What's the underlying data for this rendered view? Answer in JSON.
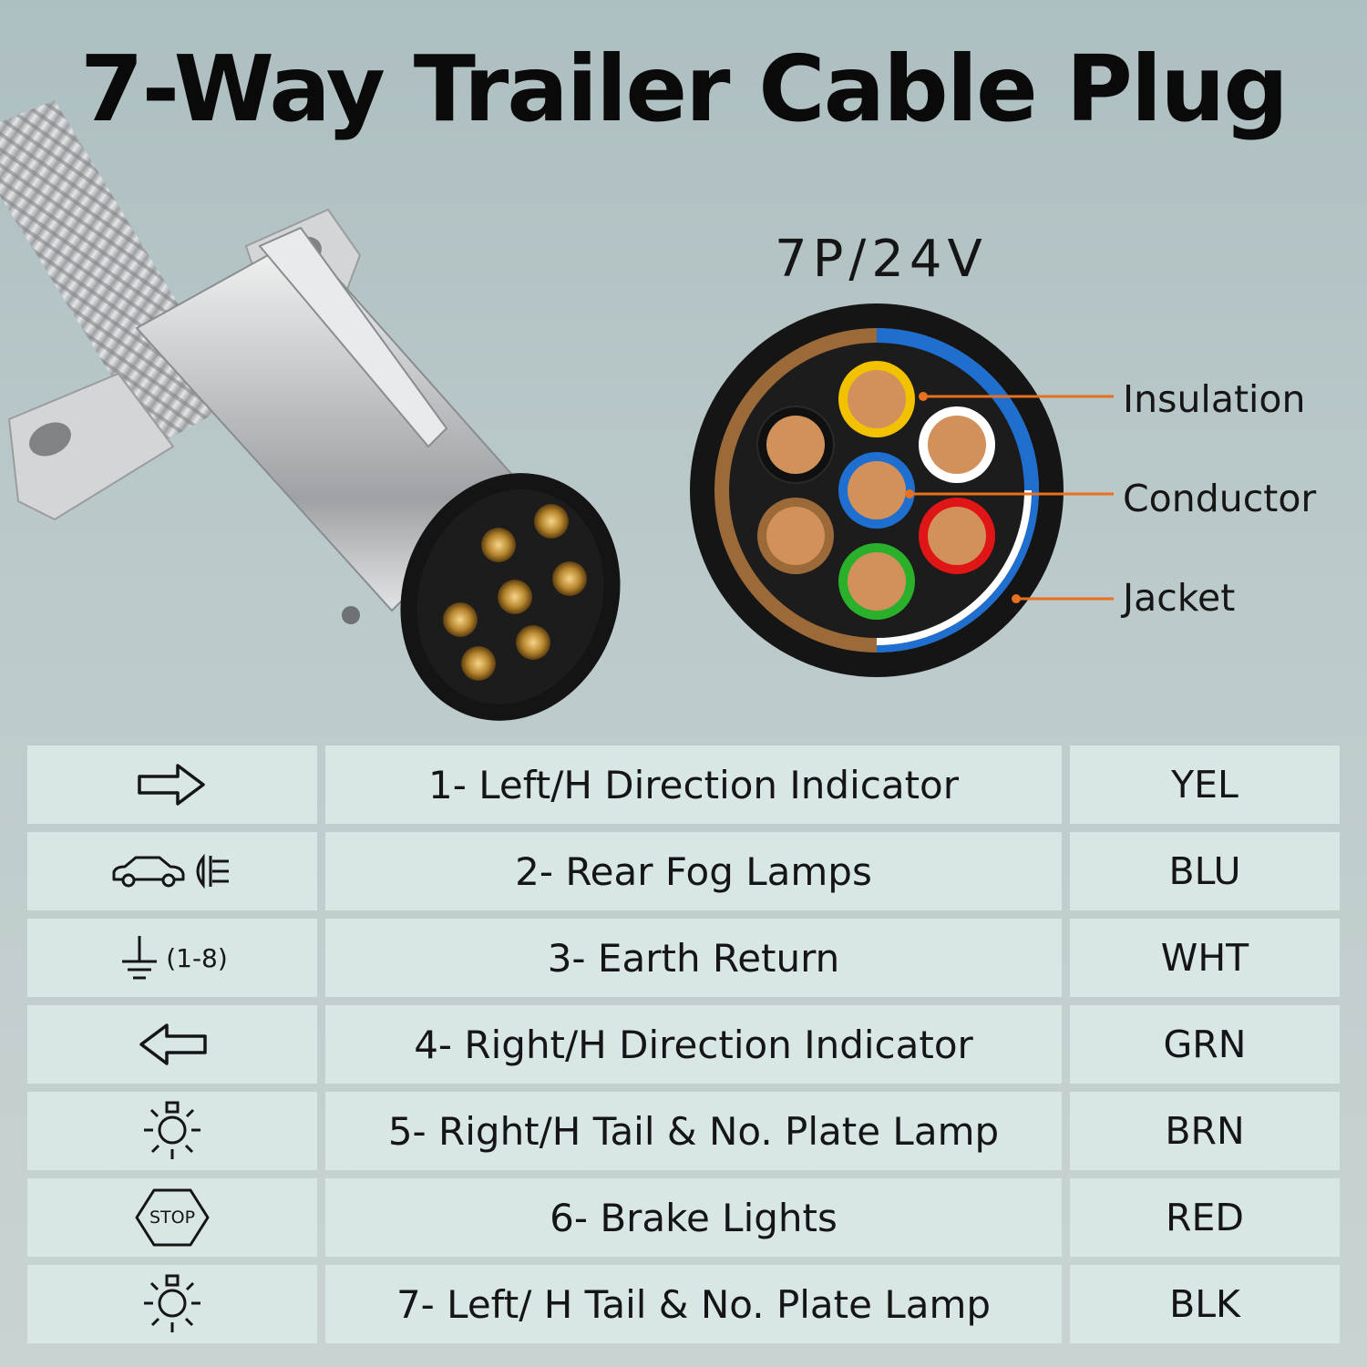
{
  "title": "7-Way Trailer Cable Plug",
  "cable_spec": "7P/24V",
  "callouts": {
    "insulation": "Insulation",
    "conductor": "Conductor",
    "jacket": "Jacket"
  },
  "wire_colors": {
    "yellow": "#f2c200",
    "white": "#ffffff",
    "blue": "#1f6fd1",
    "red": "#e01515",
    "green": "#2bb02b",
    "brown": "#9b6a38",
    "black": "#101010",
    "copper": "#d2915a",
    "callout_line": "#e8701e"
  },
  "pinout": [
    {
      "icon": "arrow-right-icon",
      "function": "1- Left/H Direction Indicator",
      "color": "YEL"
    },
    {
      "icon": "fog-lamp-icon",
      "function": "2- Rear Fog Lamps",
      "color": "BLU"
    },
    {
      "icon": "ground-icon",
      "icon_text": "(1-8)",
      "function": "3- Earth Return",
      "color": "WHT"
    },
    {
      "icon": "arrow-left-icon",
      "function": "4- Right/H Direction Indicator",
      "color": "GRN"
    },
    {
      "icon": "lamp-icon",
      "function": "5- Right/H Tail & No. Plate Lamp",
      "color": "BRN"
    },
    {
      "icon": "stop-sign-icon",
      "icon_text": "STOP",
      "function": "6- Brake Lights",
      "color": "RED"
    },
    {
      "icon": "lamp-icon",
      "function": "7- Left/ H Tail & No. Plate Lamp",
      "color": "BLK"
    }
  ]
}
